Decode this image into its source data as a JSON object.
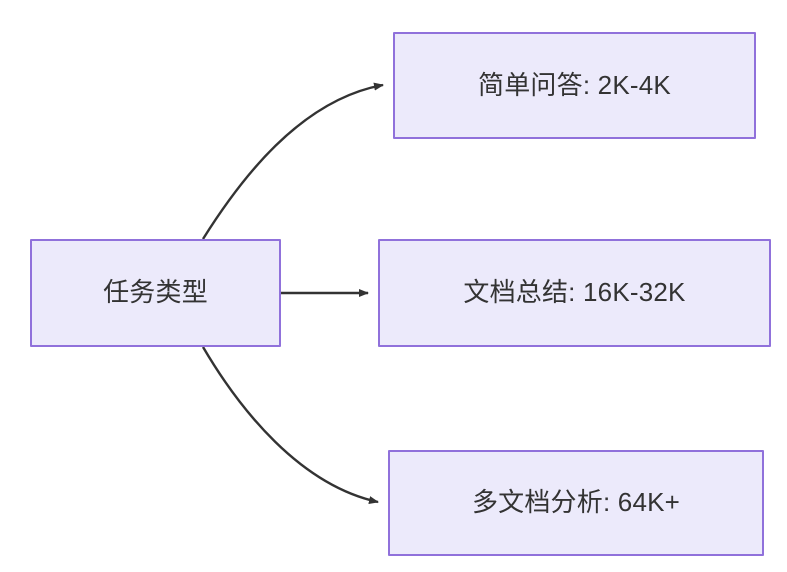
{
  "diagram": {
    "type": "flowchart",
    "direction": "left-to-right",
    "background_color": "#ffffff",
    "node_fill_color": "#ECEAFB",
    "node_border_color": "#9071DB",
    "node_text_color": "#333333",
    "edge_color": "#333333",
    "root": {
      "id": "root",
      "label": "任务类型"
    },
    "branches": [
      {
        "id": "simple-qa",
        "label": "简单问答: 2K-4K",
        "task": "简单问答",
        "context_length": "2K-4K",
        "edge_style": "curved"
      },
      {
        "id": "doc-sum",
        "label": "文档总结: 16K-32K",
        "task": "文档总结",
        "context_length": "16K-32K",
        "edge_style": "straight"
      },
      {
        "id": "multi-doc",
        "label": "多文档分析: 64K+",
        "task": "多文档分析",
        "context_length": "64K+",
        "edge_style": "curved"
      }
    ]
  }
}
